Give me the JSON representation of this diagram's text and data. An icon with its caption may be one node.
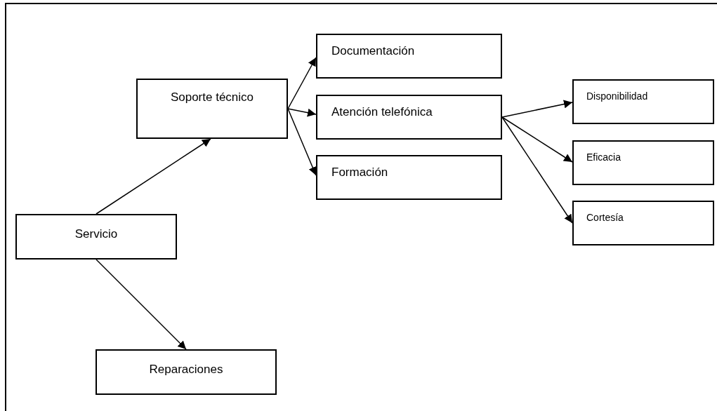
{
  "diagram": {
    "nodes": [
      {
        "text": [
          "Servicio"
        ]
      },
      {
        "text": [
          "Soporte técnico"
        ]
      },
      {
        "text": [
          "Documentación"
        ]
      },
      {
        "text": [
          "Atención telefónica"
        ]
      },
      {
        "text": [
          "Formación"
        ]
      },
      {
        "text": [
          "Disponibilidad"
        ]
      },
      {
        "text": [
          "Eficacia"
        ]
      },
      {
        "text": [
          "Cortesía"
        ]
      },
      {
        "text": [
          "Reparaciones"
        ]
      }
    ],
    "edges": [
      {
        "from": 0,
        "to": 1,
        "arrow": "to"
      },
      {
        "from": 0,
        "to": 8,
        "arrow": "to"
      },
      {
        "from": 1,
        "to": 2,
        "arrow": "to"
      },
      {
        "from": 1,
        "to": 3,
        "arrow": "to"
      },
      {
        "from": 1,
        "to": 4,
        "arrow": "to"
      },
      {
        "from": 3,
        "to": 5,
        "arrow": "to"
      },
      {
        "from": 3,
        "to": 6,
        "arrow": "to"
      },
      {
        "from": 3,
        "to": 7,
        "arrow": "to"
      }
    ]
  }
}
